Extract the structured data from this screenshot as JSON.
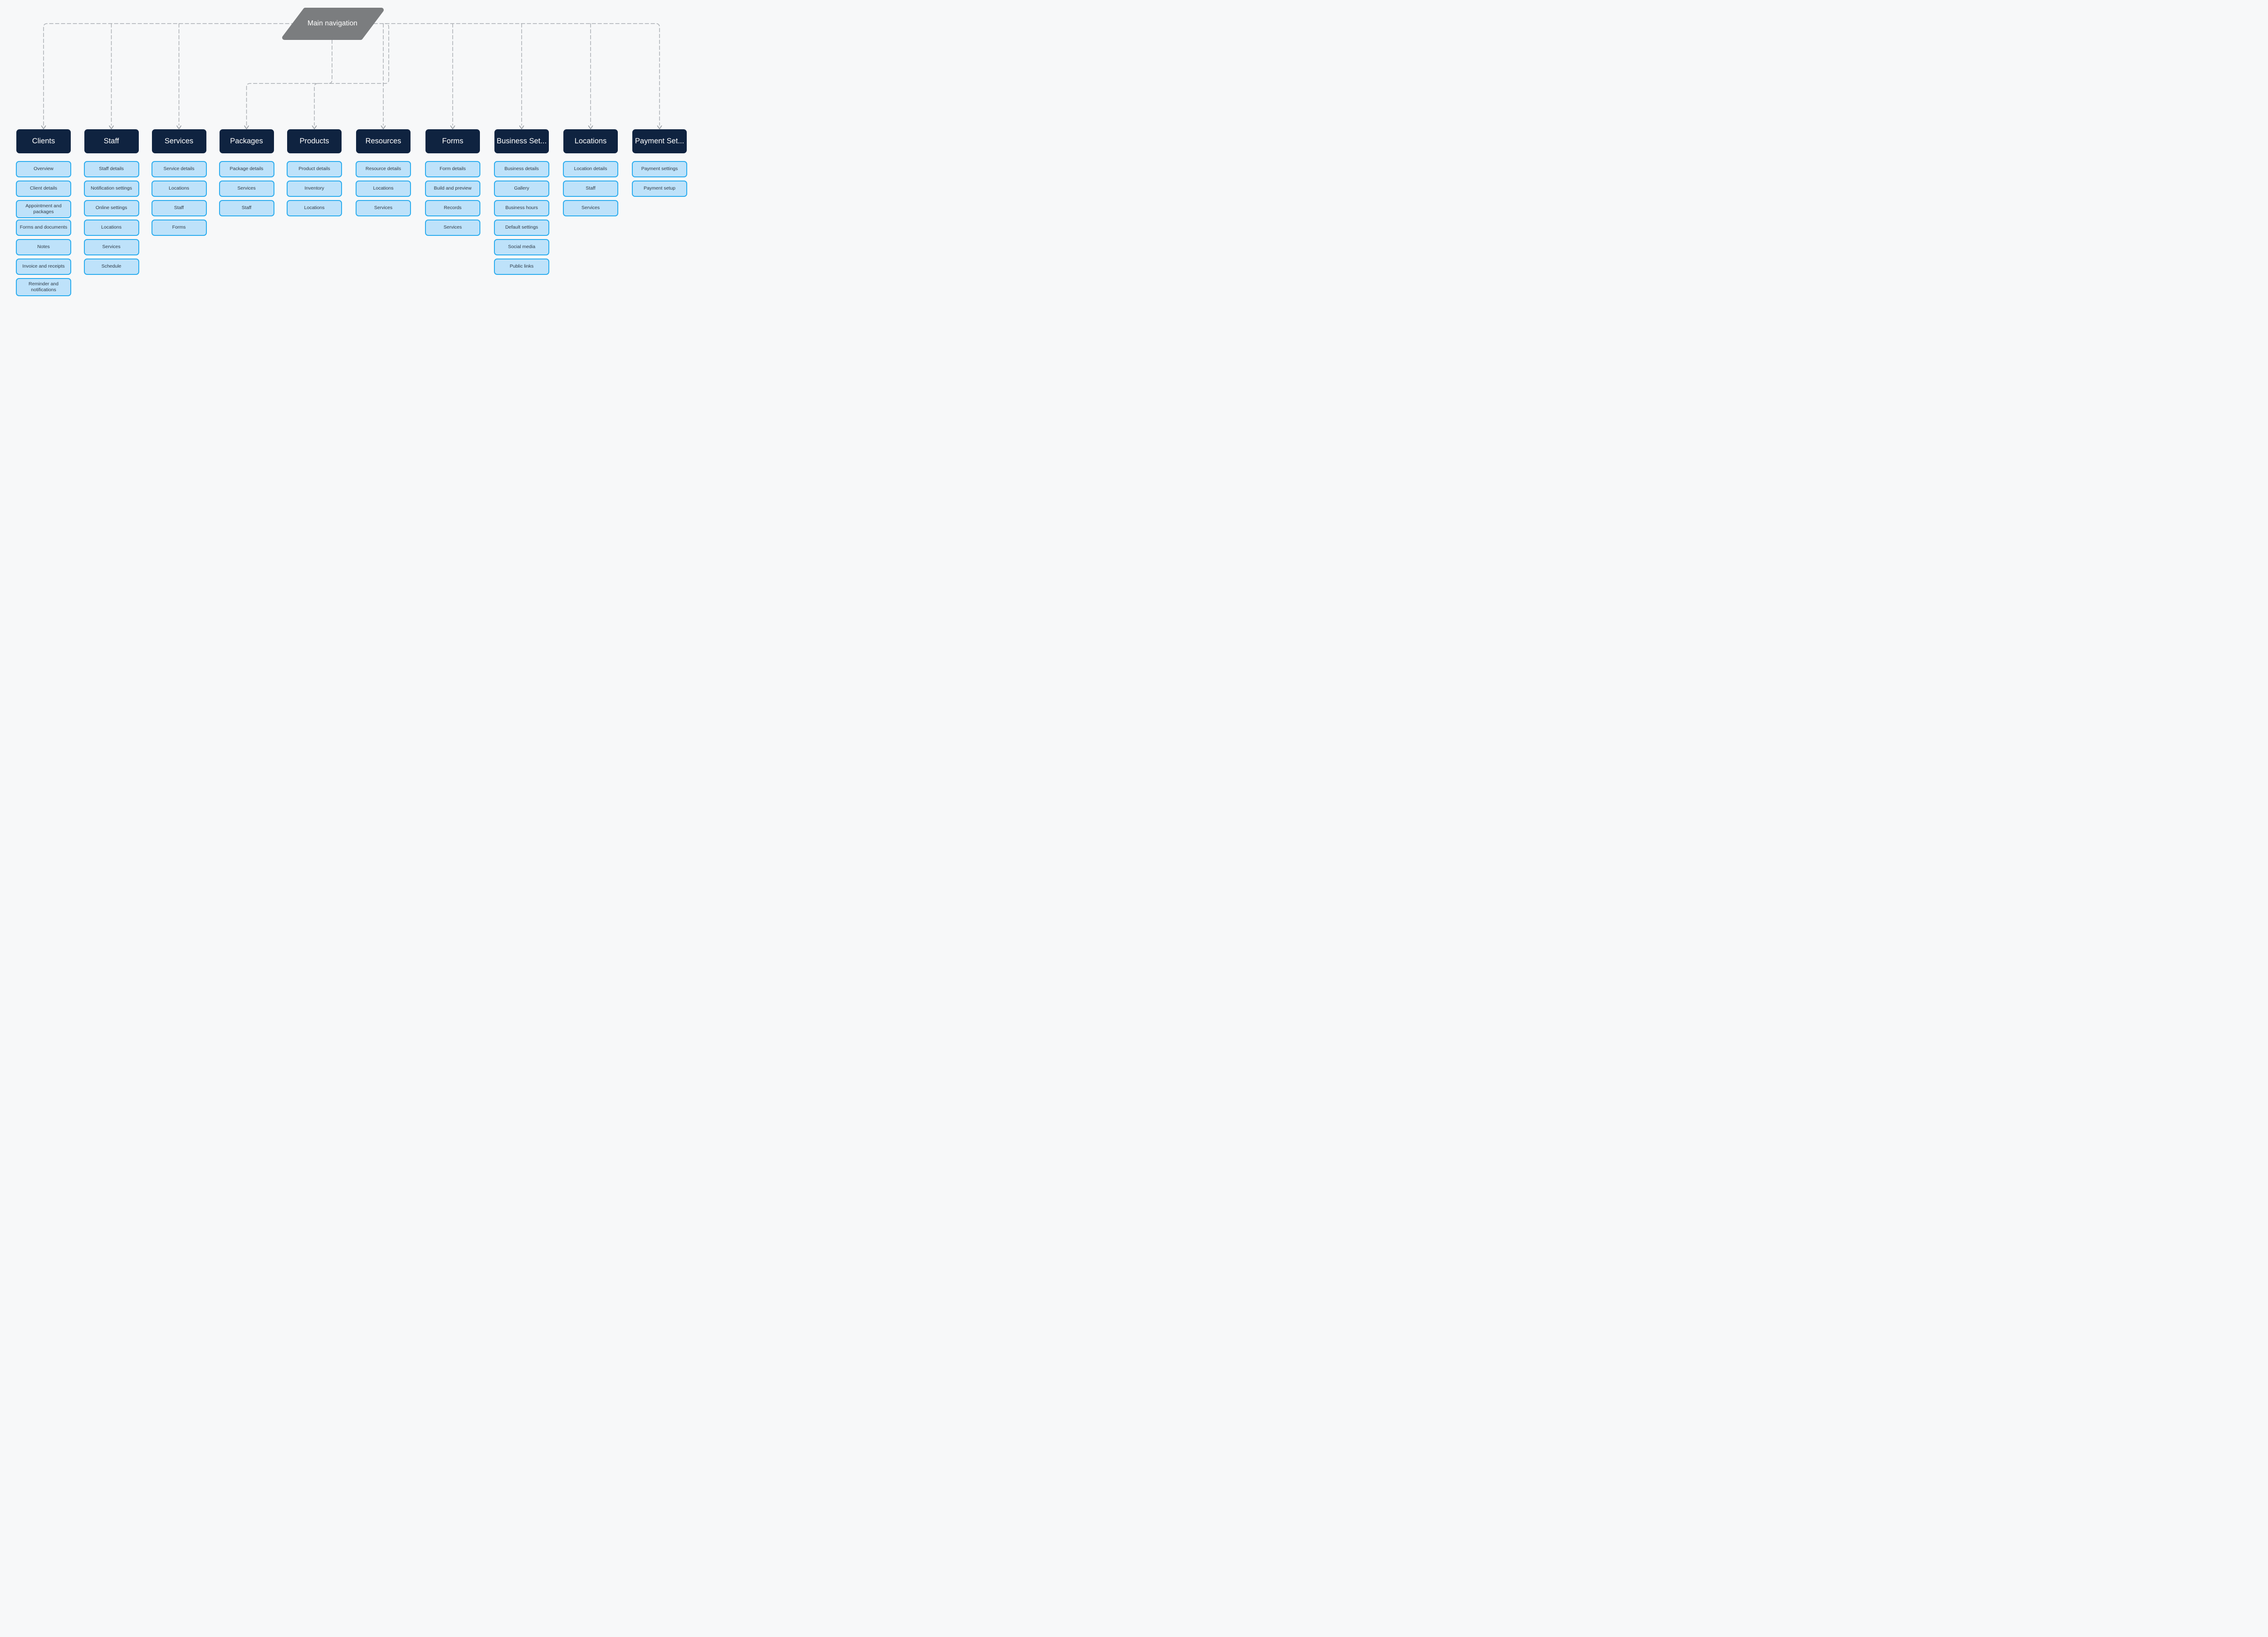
{
  "diagram": {
    "root": {
      "label": "Main navigation"
    },
    "colors": {
      "background": "#f7f8f9",
      "root_bg": "#7b7d7f",
      "root_text": "#ffffff",
      "header_bg": "#0f2340",
      "header_text": "#ffffff",
      "child_bg": "#bee2fa",
      "child_border": "#2aacee",
      "child_text": "#2d3a47",
      "connector": "#a9adb2",
      "arrow": "#9ba0a6"
    },
    "columns": [
      {
        "label": "Clients",
        "children": [
          "Overview",
          "Client details",
          "Appointment and packages",
          "Forms and documents",
          "Notes",
          "Invoice and receipts",
          "Reminder and notifications"
        ]
      },
      {
        "label": "Staff",
        "children": [
          "Staff details",
          "Notification settings",
          "Online settings",
          "Locations",
          "Services",
          "Schedule"
        ]
      },
      {
        "label": "Services",
        "children": [
          "Service details",
          "Locations",
          "Staff",
          "Forms"
        ]
      },
      {
        "label": "Packages",
        "children": [
          "Package details",
          "Services",
          "Staff"
        ]
      },
      {
        "label": "Products",
        "children": [
          "Product details",
          "Inventory",
          "Locations"
        ]
      },
      {
        "label": "Resources",
        "children": [
          "Resource details",
          "Locations",
          "Services"
        ]
      },
      {
        "label": "Forms",
        "children": [
          "Form details",
          "Build and preview",
          "Records",
          "Services"
        ]
      },
      {
        "label": "Business Set...",
        "children": [
          "Business details",
          "Gallery",
          "Business hours",
          "Default settings",
          "Social media",
          "Public links"
        ]
      },
      {
        "label": "Locations",
        "children": [
          "Location details",
          "Staff",
          "Services"
        ]
      },
      {
        "label": "Payment Set...",
        "children": [
          "Payment settings",
          "Payment setup"
        ]
      }
    ]
  }
}
